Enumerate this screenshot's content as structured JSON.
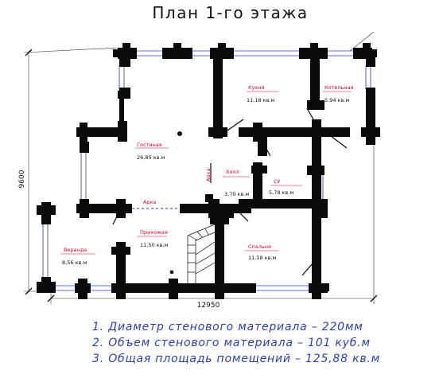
{
  "title": "План 1-го этажа",
  "colors": {
    "wall": "#0a0a0a",
    "window": "#2233dd",
    "room_label": "#e0002a",
    "notes": "#2a3fb4"
  },
  "rooms": [
    {
      "id": "gostinaya",
      "name": "Гостиная",
      "area": "26,85 кв.м"
    },
    {
      "id": "kuhnya",
      "name": "Кухня",
      "area": "11,18 кв.м"
    },
    {
      "id": "kotelnaya",
      "name": "Котельная",
      "area": "5,94 кв.м"
    },
    {
      "id": "holl",
      "name": "Холл",
      "area": "3,70 кв.м"
    },
    {
      "id": "su",
      "name": "СУ",
      "area": "5,78 кв.м"
    },
    {
      "id": "prihozhaya",
      "name": "Прихожая",
      "area": "11,50 кв.м"
    },
    {
      "id": "spalnya",
      "name": "Спальня",
      "area": "11,18 кв.м"
    },
    {
      "id": "veranda",
      "name": "Веранда",
      "area": "8,56 кв.м"
    }
  ],
  "openings": {
    "arka_1": "Арка",
    "arka_2": "Арка"
  },
  "dimensions": {
    "width": "12950",
    "height": "9600"
  },
  "notes": [
    "1. Диаметр стенового материала – 220мм",
    "2. Объем стенового материала – 101 куб.м",
    "3. Общая площадь помещений – 125,88 кв.м"
  ]
}
